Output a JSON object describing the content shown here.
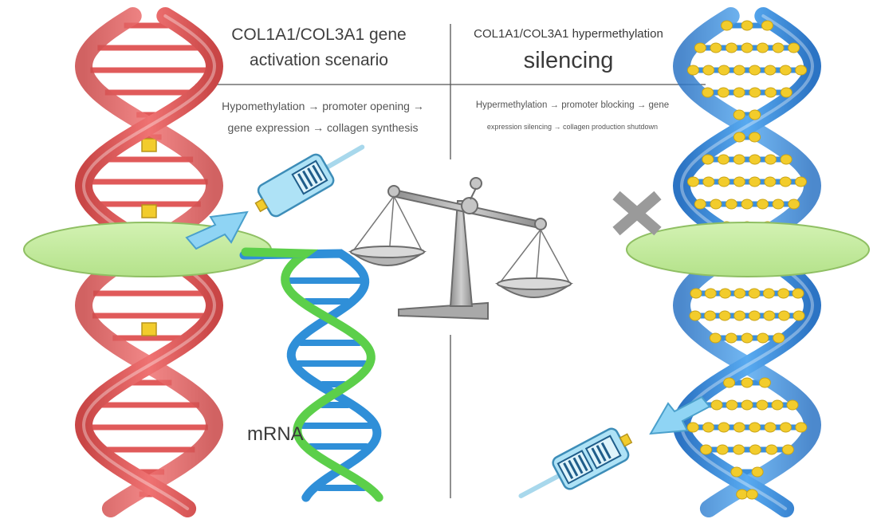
{
  "left_panel": {
    "title_line1": "COL1A1/COL3A1 gene",
    "title_line2": "activation scenario",
    "desc_line1": "Hypomethylation → promoter opening →",
    "desc_line2": "gene expression → collagen synthesis",
    "mrna_label": "mRNA",
    "dna_color": "#e05a5a",
    "mrna_color_green": "#5ccf4a",
    "mrna_color_blue": "#2f8fd8"
  },
  "right_panel": {
    "title_line1": "COL1A1/COL3A1 hypermethylation",
    "title_line2": "silencing",
    "desc_line1": "Hypermethylation → promoter blocking → gene",
    "desc_line2": "expression silencing → collagen production shutdown",
    "dna_color": "#3b8fdc",
    "methyl_color": "#f2cc2c"
  },
  "center": {
    "icon": "balance-scale-icon",
    "membrane_color": "#c6ec9e"
  }
}
